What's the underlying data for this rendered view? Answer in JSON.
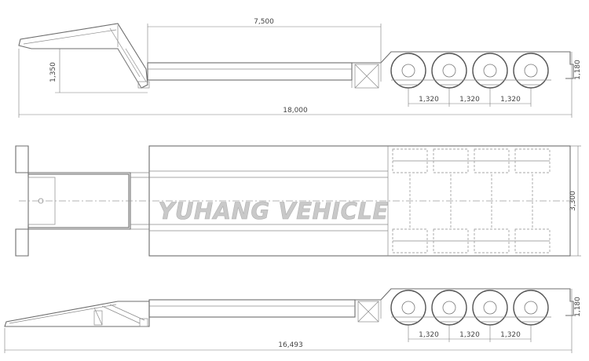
{
  "watermark": "YUHANG VEHICLE",
  "side_view": {
    "dims": {
      "deck_length": "7,500",
      "gooseneck_height": "1,350",
      "overall_length": "18,000",
      "rear_height": "1,180",
      "axle_spacing": [
        "1,320",
        "1,320",
        "1,320"
      ]
    }
  },
  "top_view": {
    "dims": {
      "overall_width": "3,300"
    }
  },
  "bottom_view": {
    "dims": {
      "overall_length": "16,493",
      "rear_height": "1,180",
      "axle_spacing": [
        "1,320",
        "1,320",
        "1,320"
      ]
    }
  }
}
